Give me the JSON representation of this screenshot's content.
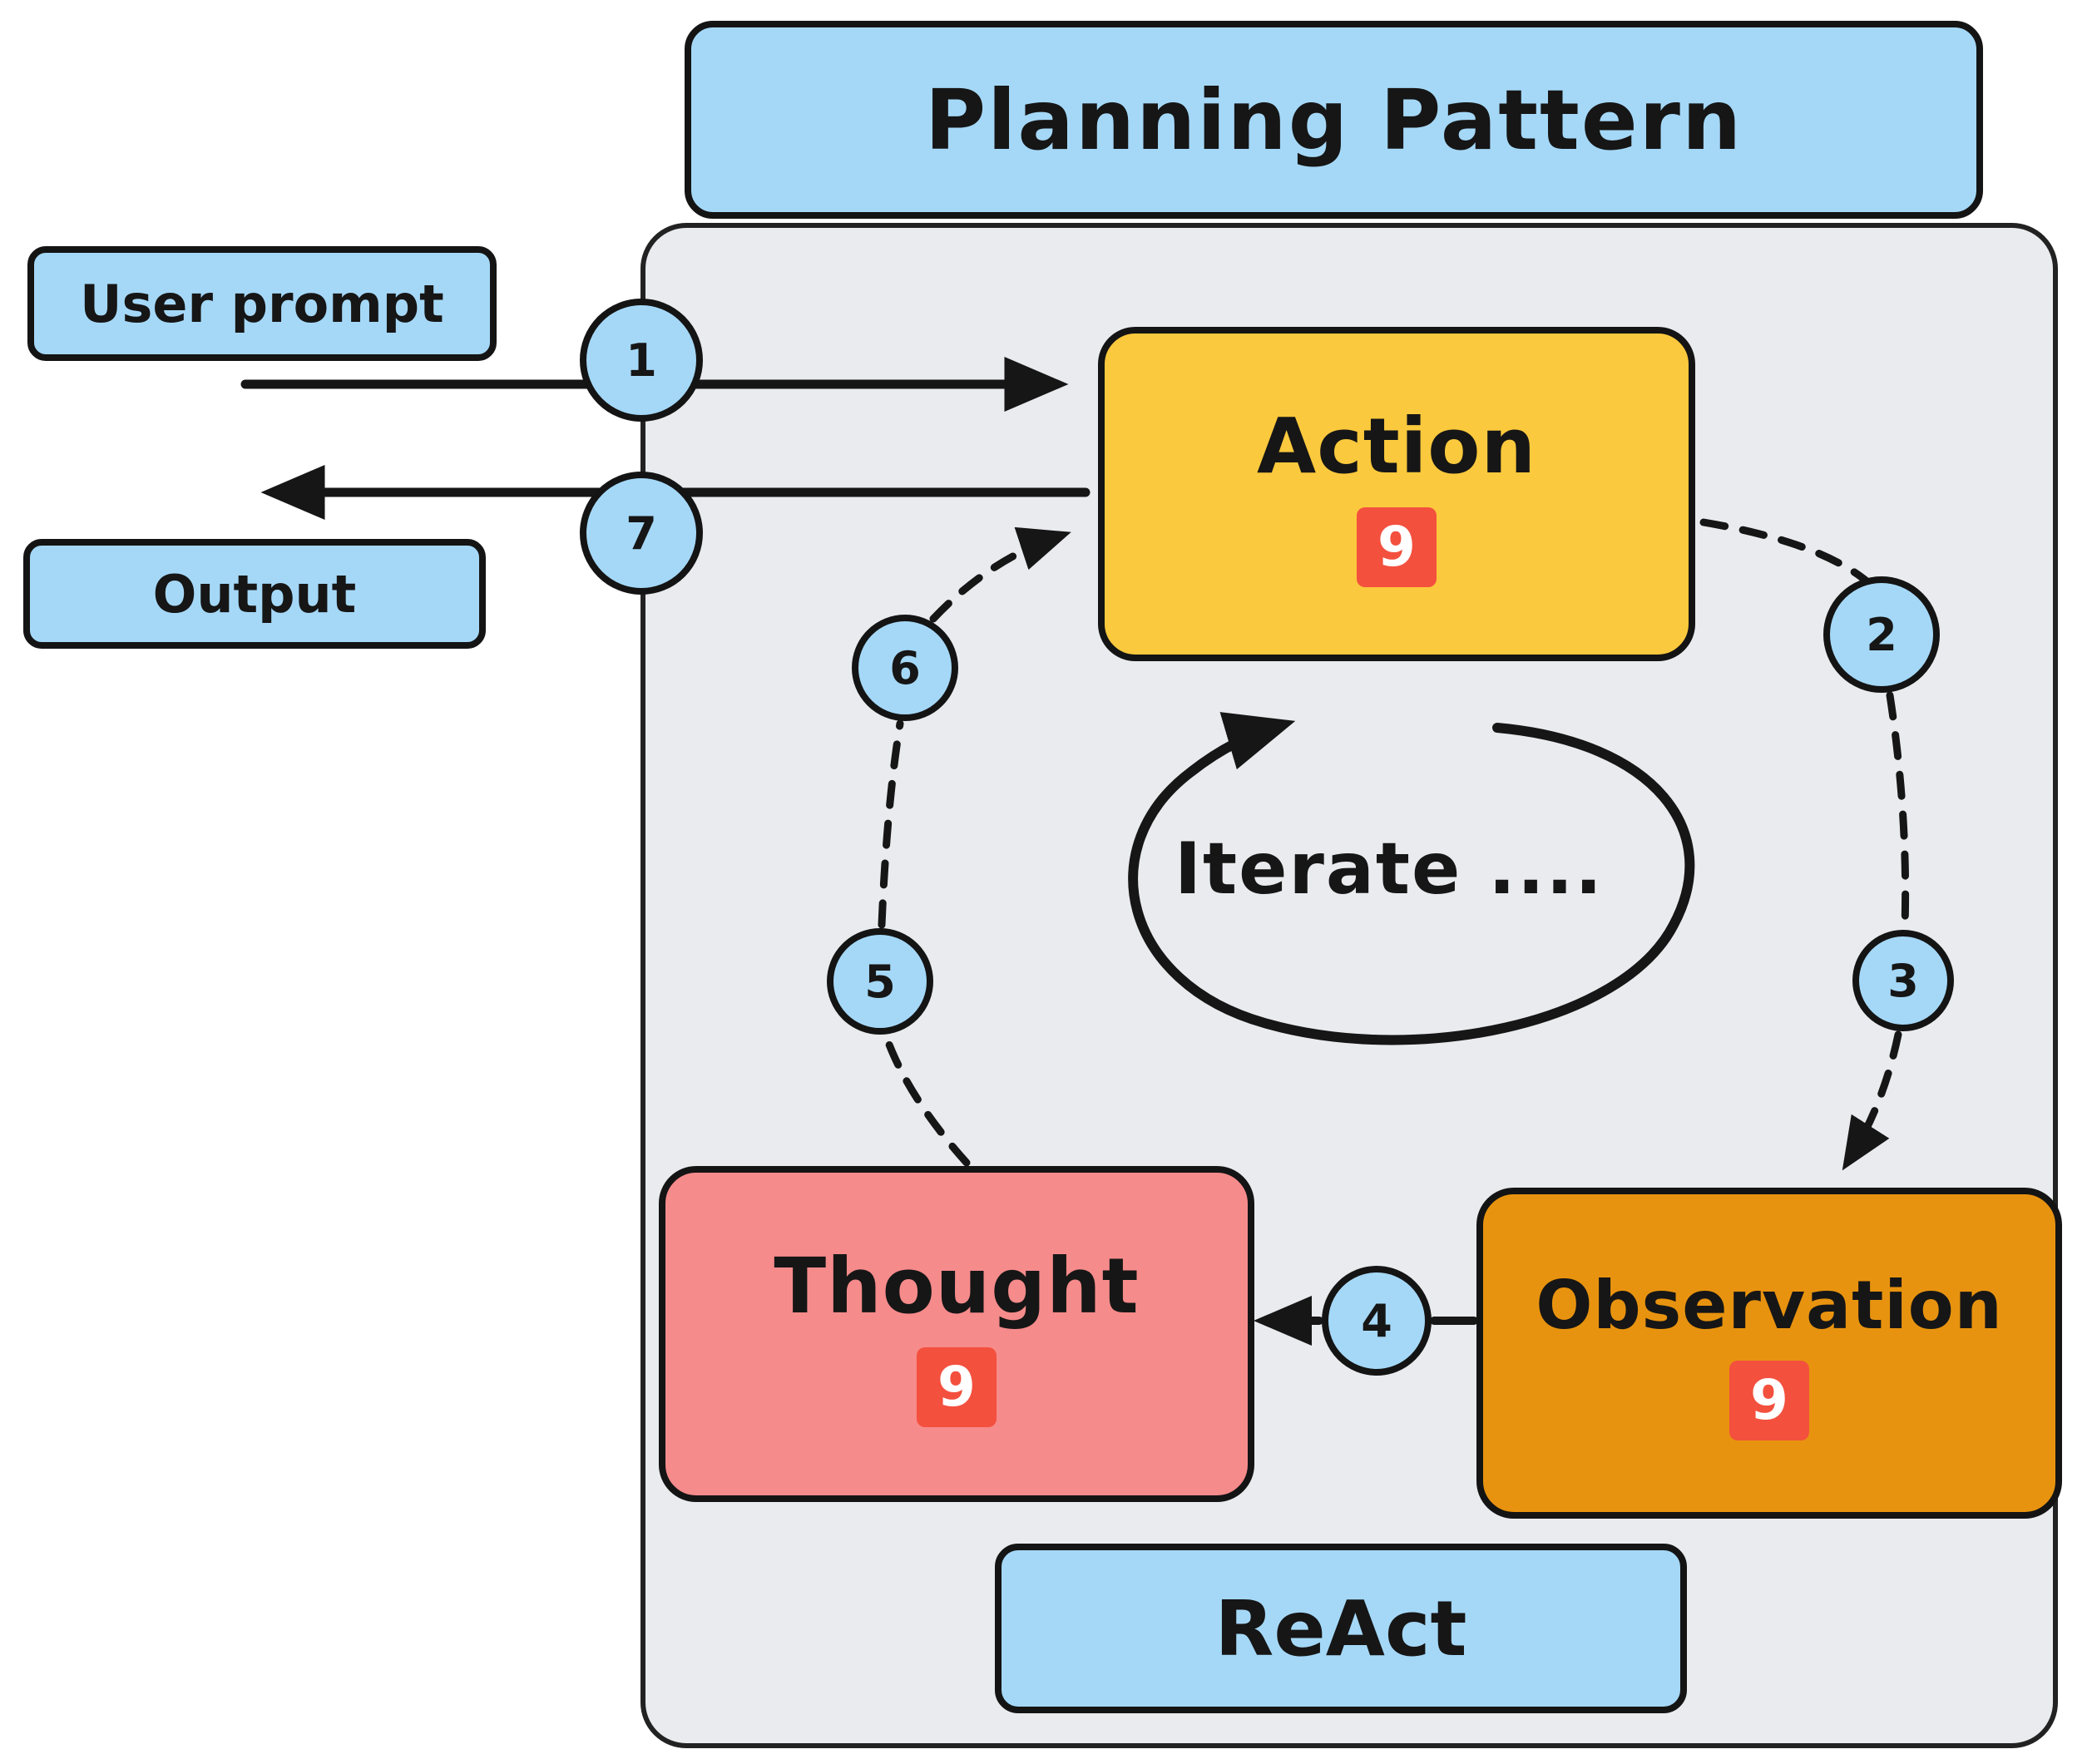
{
  "title": "Planning Pattern",
  "io": {
    "user_prompt": "User prompt",
    "output": "Output"
  },
  "nodes": {
    "action": {
      "label": "Action",
      "badge": "9"
    },
    "observation": {
      "label": "Observation",
      "badge": "9"
    },
    "thought": {
      "label": "Thought",
      "badge": "9"
    }
  },
  "steps": {
    "s1": "1",
    "s2": "2",
    "s3": "3",
    "s4": "4",
    "s5": "5",
    "s6": "6",
    "s7": "7"
  },
  "center_label": "Iterate ....",
  "framework_label": "ReAct",
  "colors": {
    "light_blue": "#a5d8f7",
    "action_yellow": "#fbc93d",
    "observation_orange": "#e8930f",
    "thought_pink": "#f68b8b",
    "badge_red": "#f3503e",
    "panel_gray": "#e9ebee",
    "stroke_black": "#161616"
  }
}
